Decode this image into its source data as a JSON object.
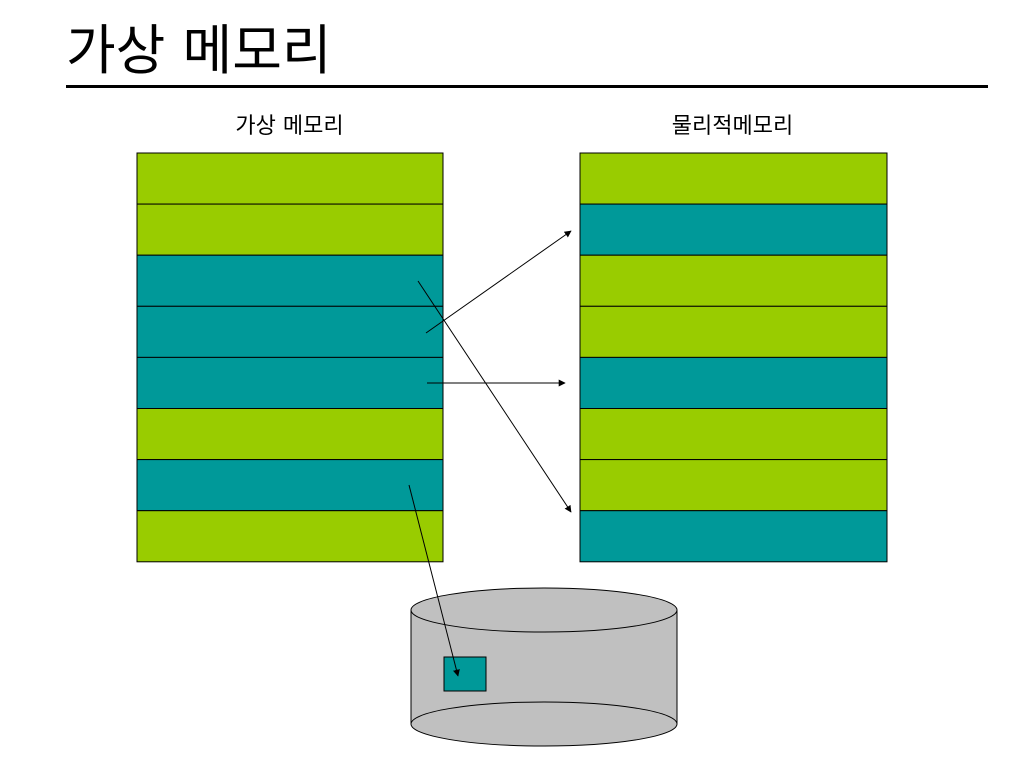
{
  "slide": {
    "title": "가상 메모리"
  },
  "virtual_memory": {
    "label": "가상 메모리",
    "blocks": [
      "green",
      "green",
      "teal",
      "teal",
      "teal",
      "green",
      "teal",
      "green"
    ]
  },
  "physical_memory": {
    "label": "물리적메모리",
    "blocks": [
      "green",
      "teal",
      "green",
      "green",
      "teal",
      "green",
      "green",
      "teal"
    ]
  },
  "colors": {
    "green": "#99cc00",
    "teal": "#009999",
    "disk": "#c0c0c0",
    "line": "#000000"
  }
}
